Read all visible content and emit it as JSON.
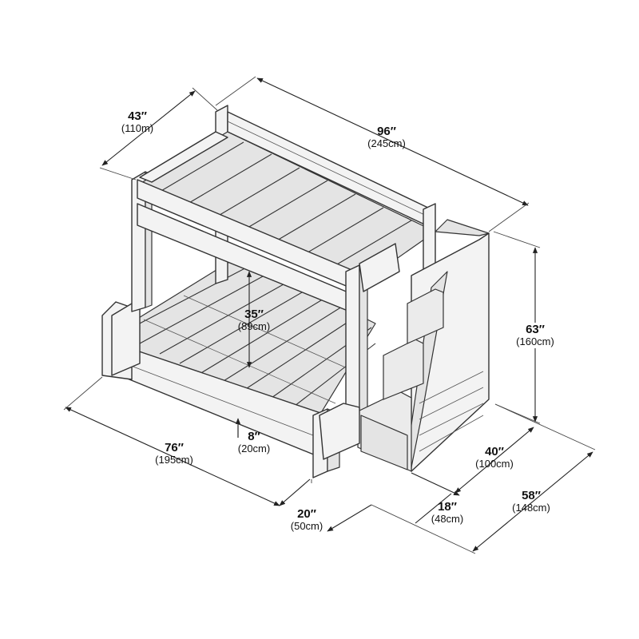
{
  "colors": {
    "line": "#333333",
    "fill": "#f3f3f3",
    "shade": "#e4e4e4",
    "text": "#111111"
  },
  "dimensions": [
    {
      "id": "depth_top",
      "value": "43″",
      "metric": "(110m)"
    },
    {
      "id": "length_top",
      "value": "96″",
      "metric": "(245cm)"
    },
    {
      "id": "height_total",
      "value": "63″",
      "metric": "(160cm)"
    },
    {
      "id": "clearance",
      "value": "35″",
      "metric": "(89cm)"
    },
    {
      "id": "rail_height",
      "value": "8″",
      "metric": "(20cm)"
    },
    {
      "id": "length_bottom",
      "value": "76″",
      "metric": "(195cm)"
    },
    {
      "id": "leg_offset",
      "value": "20″",
      "metric": "(50cm)"
    },
    {
      "id": "stair_depth",
      "value": "18″",
      "metric": "(48cm)"
    },
    {
      "id": "depth_bottom",
      "value": "40″",
      "metric": "(100cm)"
    },
    {
      "id": "width_total",
      "value": "58″",
      "metric": "(148cm)"
    }
  ]
}
